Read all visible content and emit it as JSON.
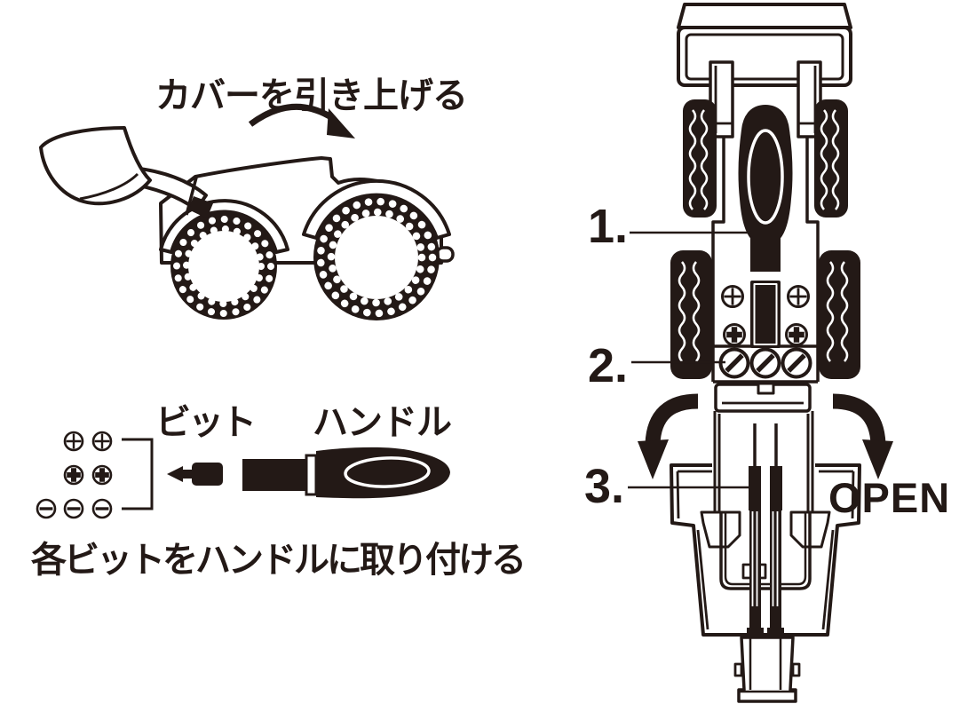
{
  "colors": {
    "ink": "#231916",
    "paper": "#ffffff"
  },
  "cover_step": {
    "caption": "カバーを引き上げる"
  },
  "bit_step": {
    "bit_label": "ビット",
    "handle_label": "ハンドル",
    "caption": "各ビットをハンドルに取り付ける",
    "bit_types": [
      "phillips",
      "phillips",
      "phillips-filled",
      "phillips-filled",
      "slotted",
      "slotted",
      "slotted"
    ]
  },
  "open_step": {
    "callout_1": "1.",
    "callout_2": "2.",
    "callout_3": "3.",
    "open_label": "OPEN"
  }
}
